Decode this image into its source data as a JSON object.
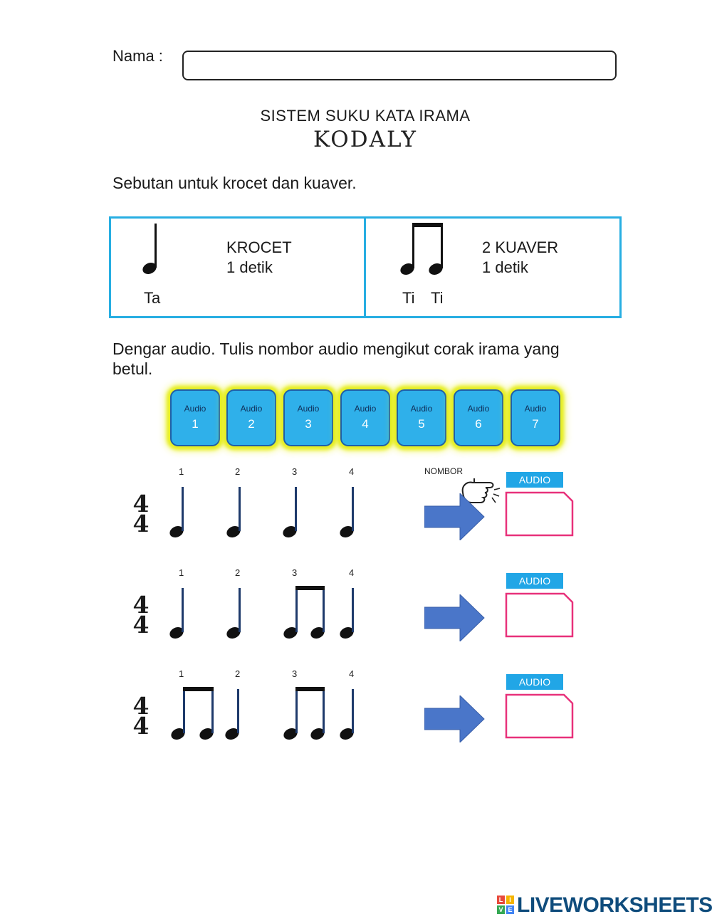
{
  "header": {
    "name_label": "Nama :",
    "name_value": "",
    "title_line1": "SISTEM SUKU KATA IRAMA",
    "title_line2": "KODALY"
  },
  "intro_text": "Sebutan untuk krocet dan kuaver.",
  "info_table": {
    "left": {
      "title": "KROCET",
      "duration": "1 detik",
      "syllable": "Ta"
    },
    "right": {
      "title": "2 KUAVER",
      "duration": "1 detik",
      "syllable_1": "Ti",
      "syllable_2": "Ti"
    }
  },
  "instruction": "Dengar audio. Tulis nombor audio mengikut corak irama yang betul.",
  "audio_buttons": [
    {
      "label": "Audio",
      "number": "1"
    },
    {
      "label": "Audio",
      "number": "2"
    },
    {
      "label": "Audio",
      "number": "3"
    },
    {
      "label": "Audio",
      "number": "4"
    },
    {
      "label": "Audio",
      "number": "5"
    },
    {
      "label": "Audio",
      "number": "6"
    },
    {
      "label": "Audio",
      "number": "7"
    }
  ],
  "exercises": [
    {
      "time_sig_top": "4",
      "time_sig_bottom": "4",
      "beats": [
        "1",
        "2",
        "3",
        "4"
      ],
      "pattern": [
        "ta",
        "ta",
        "ta",
        "ta"
      ],
      "audio_tag": "AUDIO",
      "answer": ""
    },
    {
      "time_sig_top": "4",
      "time_sig_bottom": "4",
      "beats": [
        "1",
        "2",
        "3",
        "4"
      ],
      "pattern": [
        "ta",
        "ta",
        "titi",
        "ta"
      ],
      "audio_tag": "AUDIO",
      "answer": ""
    },
    {
      "time_sig_top": "4",
      "time_sig_bottom": "4",
      "beats": [
        "1",
        "2",
        "3",
        "4"
      ],
      "pattern": [
        "titi",
        "ta",
        "titi",
        "ta"
      ],
      "audio_tag": "AUDIO",
      "answer": ""
    }
  ],
  "nombor_label": "NOMBOR",
  "logo": {
    "text": "LIVEWORKSHEETS",
    "icon_letters": "LIVE"
  },
  "colors": {
    "table_border": "#27aee2",
    "button_fill": "#2fb0ea",
    "button_glow": "#e6ee22",
    "arrow": "#4a76c9",
    "answer_box": "#e8317a",
    "audio_tag": "#21a6e6",
    "logo": "#0f4c7c"
  },
  "icons": {
    "pointer": "pointing-hand-icon",
    "arrow": "right-arrow-icon"
  }
}
